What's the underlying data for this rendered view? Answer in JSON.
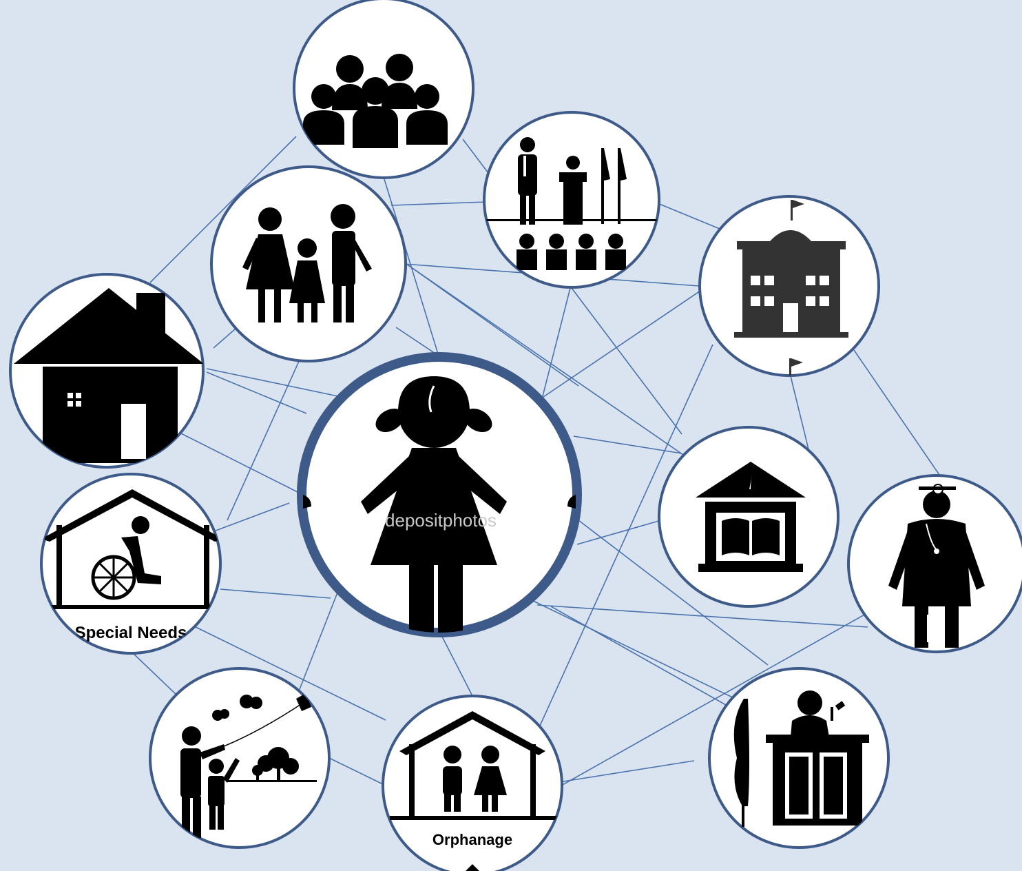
{
  "diagram": {
    "background": "#dae4f1",
    "ring_color": "#3e5a88",
    "link_color": "#4a72ad",
    "watermark": "depositphotos",
    "nodes": {
      "center": {
        "icon": "girl-icon"
      },
      "audience": {
        "icon": "audience-icon"
      },
      "classroom": {
        "icon": "classroom-speaker-icon"
      },
      "family": {
        "icon": "family-icon"
      },
      "school": {
        "icon": "school-building-icon"
      },
      "home": {
        "icon": "house-icon"
      },
      "library": {
        "icon": "library-book-icon"
      },
      "special_needs": {
        "icon": "wheelchair-icon",
        "label": "Special Needs"
      },
      "doctor": {
        "icon": "doctor-icon"
      },
      "play": {
        "icon": "kite-play-icon"
      },
      "orphanage": {
        "icon": "orphanage-icon",
        "label": "Orphanage"
      },
      "court": {
        "icon": "judge-icon"
      }
    }
  }
}
